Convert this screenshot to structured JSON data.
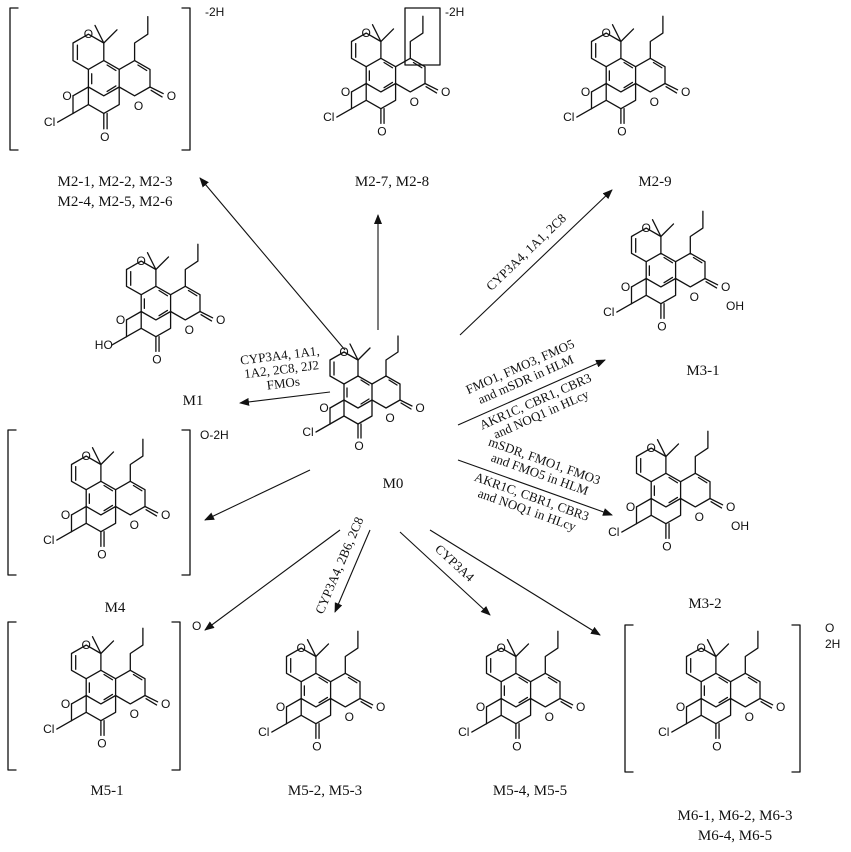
{
  "center": {
    "label": "M0"
  },
  "structures": [
    {
      "id": "s-m2-1",
      "label_lines": [
        "M2-1, M2-2, M2-3",
        "M2-4, M2-5, M2-6"
      ],
      "tag": "-2H"
    },
    {
      "id": "s-m2-7",
      "label_lines": [
        "M2-7, M2-8"
      ],
      "tag": "-2H"
    },
    {
      "id": "s-m2-9",
      "label_lines": [
        "M2-9"
      ]
    },
    {
      "id": "s-m1",
      "label_lines": [
        "M1"
      ]
    },
    {
      "id": "s-m3-1",
      "label_lines": [
        "M3-1"
      ]
    },
    {
      "id": "s-m4",
      "label_lines": [
        "M4"
      ],
      "tag": "O-2H"
    },
    {
      "id": "s-m3-2",
      "label_lines": [
        "M3-2"
      ]
    },
    {
      "id": "s-m5-1",
      "label_lines": [
        "M5-1"
      ],
      "tag": "O"
    },
    {
      "id": "s-m5-2",
      "label_lines": [
        "M5-2, M5-3"
      ]
    },
    {
      "id": "s-m5-4",
      "label_lines": [
        "M5-4, M5-5"
      ]
    },
    {
      "id": "s-m6-1",
      "label_lines": [
        "M6-1, M6-2, M6-3",
        "M6-4, M6-5"
      ],
      "tag": [
        "O",
        "2H"
      ]
    }
  ],
  "arrows": [
    {
      "to": "s-m2-1"
    },
    {
      "to": "s-m2-7"
    },
    {
      "to": "s-m2-9",
      "enzymes": [
        "CYP3A4, 1A1, 2C8"
      ]
    },
    {
      "to": "s-m1",
      "enzymes": [
        "CYP3A4, 1A1,",
        "1A2, 2C8, 2J2",
        "FMOs"
      ]
    },
    {
      "to": "s-m3-1",
      "enzymes_top": [
        "FMO1, FMO3, FMO5",
        "and mSDR in HLM"
      ],
      "enzymes_bottom": [
        "AKR1C, CBR1, CBR3",
        "and NOQ1 in HLcy"
      ]
    },
    {
      "to": "s-m4"
    },
    {
      "to": "s-m3-2",
      "enzymes_top": [
        "mSDR, FMO1, FMO3",
        "and FMO5 in HLM"
      ],
      "enzymes_bottom": [
        "AKR1C, CBR1, CBR3",
        "and NOQ1 in HLcy"
      ]
    },
    {
      "to": "s-m5-1"
    },
    {
      "to": "s-m5-2",
      "enzymes": [
        "CYP3A4, 2B6, 2C8"
      ]
    },
    {
      "to": "s-m5-4",
      "enzymes": [
        "CYP3A4"
      ]
    },
    {
      "to": "s-m6-1"
    }
  ],
  "atoms": {
    "oxygen": "O",
    "chlorine": "Cl",
    "hydroxyl": "OH",
    "hydroxyl_left": "HO"
  }
}
